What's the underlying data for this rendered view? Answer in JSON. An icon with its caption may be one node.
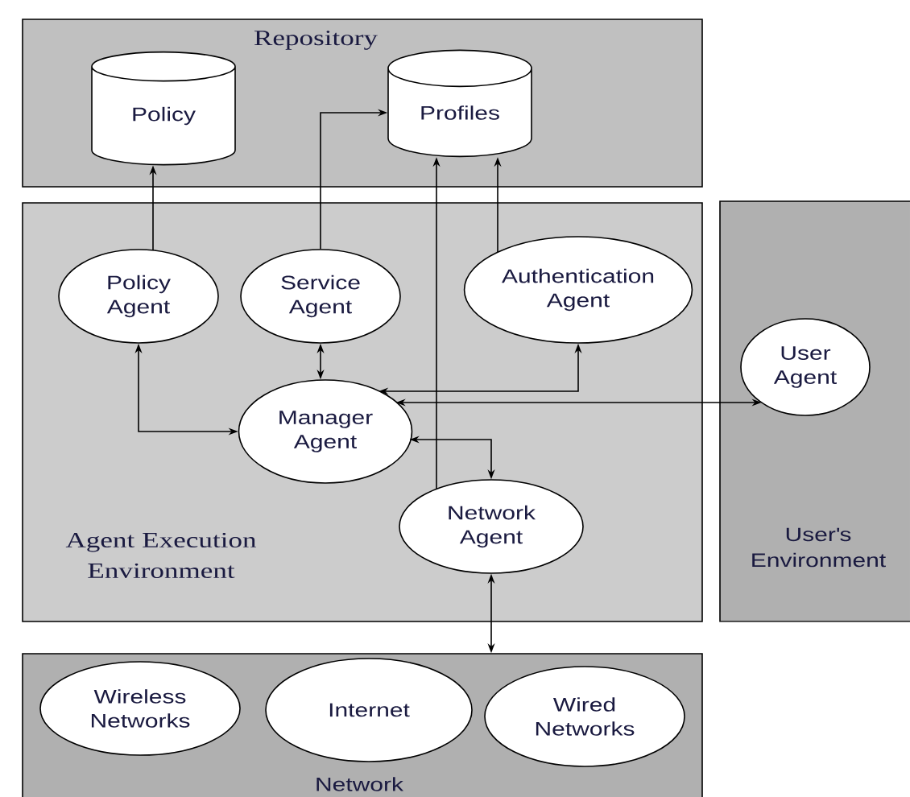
{
  "diagram": {
    "nodes": [
      {
        "text": [
          "Repository"
        ]
      },
      {
        "text": [
          "Policy"
        ],
        "in": 0
      },
      {
        "text": [
          "Profiles"
        ],
        "in": 0
      },
      {
        "text": [
          "Agent Execution Environment"
        ]
      },
      {
        "text": [
          "Policy Agent"
        ],
        "in": 3
      },
      {
        "text": [
          "Service Agent"
        ],
        "in": 3
      },
      {
        "text": [
          "Authentication Agent"
        ],
        "in": 3
      },
      {
        "text": [
          "Manager Agent"
        ],
        "in": 3
      },
      {
        "text": [
          "Network Agent"
        ],
        "in": 3
      },
      {
        "text": [
          "User's Environment"
        ]
      },
      {
        "text": [
          "User Agent"
        ],
        "in": 9
      },
      {
        "text": [
          "Network"
        ]
      },
      {
        "text": [
          "Wireless Networks"
        ],
        "in": 11
      },
      {
        "text": [
          "Internet"
        ],
        "in": 11
      },
      {
        "text": [
          "Wired Networks"
        ],
        "in": 11
      }
    ],
    "edges": [
      {
        "from": 4,
        "to": 1,
        "arrow": "to"
      },
      {
        "from": 5,
        "to": 2,
        "arrow": "to"
      },
      {
        "from": 8,
        "to": 2,
        "arrow": "to"
      },
      {
        "from": 6,
        "to": 2,
        "arrow": "to"
      },
      {
        "from": 4,
        "to": 7,
        "arrow": "both"
      },
      {
        "from": 5,
        "to": 7,
        "arrow": "both"
      },
      {
        "from": 6,
        "to": 7,
        "arrow": "both"
      },
      {
        "from": 7,
        "to": 10,
        "arrow": "both"
      },
      {
        "from": 7,
        "to": 8,
        "arrow": "both"
      },
      {
        "from": 8,
        "to": 11,
        "arrow": "both"
      }
    ]
  }
}
